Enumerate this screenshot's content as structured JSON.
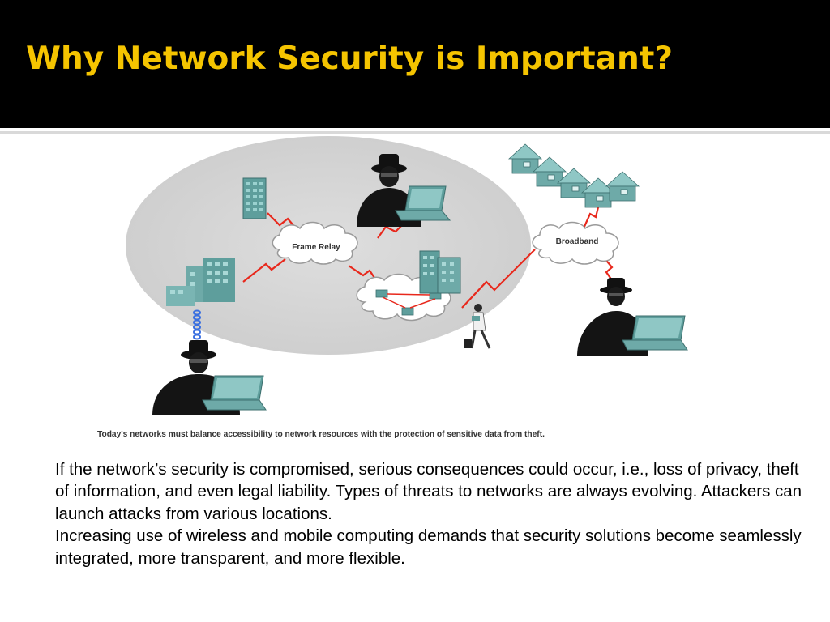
{
  "slide": {
    "title": "Why Network Security is Important?",
    "colors": {
      "title": "#f5c400",
      "background_header": "#000000",
      "link": "#e8281c",
      "device": "#5e9e9c"
    }
  },
  "diagram": {
    "frame_relay_label": "Frame Relay",
    "broadband_label": "Broadband",
    "caption": "Today's networks must balance accessibility to network resources with the protection of sensitive data from theft.",
    "icons": [
      "office-building-icon",
      "hacker-icon",
      "laptop-icon",
      "cloud-icon",
      "house-icon",
      "router-icon",
      "mobile-user-icon",
      "wireless-link-icon"
    ]
  },
  "body": {
    "paragraph_1": "If the network’s security is compromised, serious consequences could occur, i.e., loss of privacy, theft of information, and even legal liability.  Types of threats to networks are always evolving. Attackers can launch attacks from various locations.",
    "paragraph_2": "Increasing use of wireless and mobile computing demands that security solutions become seamlessly integrated, more transparent, and more flexible."
  }
}
